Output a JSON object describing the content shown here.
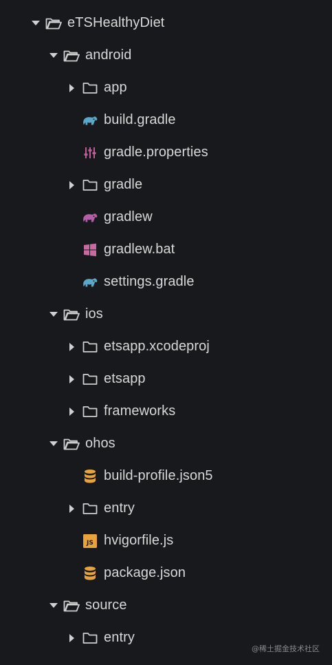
{
  "tree": [
    {
      "label": "eTSHealthyDiet",
      "icon": "folder-open-icon",
      "expanded": true
    },
    {
      "label": "android",
      "icon": "folder-open-icon",
      "expanded": true
    },
    {
      "label": "app",
      "icon": "folder-icon",
      "expanded": false
    },
    {
      "label": "build.gradle",
      "icon": "gradle-elephant-icon",
      "color": "#5aa7c7"
    },
    {
      "label": "gradle.properties",
      "icon": "properties-icon",
      "color": "#c25a9a"
    },
    {
      "label": "gradle",
      "icon": "folder-icon",
      "expanded": false
    },
    {
      "label": "gradlew",
      "icon": "gradle-elephant-icon",
      "color": "#b45ea6"
    },
    {
      "label": "gradlew.bat",
      "icon": "windows-icon",
      "color": "#c86aa0"
    },
    {
      "label": "settings.gradle",
      "icon": "gradle-elephant-icon",
      "color": "#5aa7c7"
    },
    {
      "label": "ios",
      "icon": "folder-open-icon",
      "expanded": true
    },
    {
      "label": "etsapp.xcodeproj",
      "icon": "folder-icon",
      "expanded": false
    },
    {
      "label": "etsapp",
      "icon": "folder-icon",
      "expanded": false
    },
    {
      "label": "frameworks",
      "icon": "folder-icon",
      "expanded": false
    },
    {
      "label": "ohos",
      "icon": "folder-open-icon",
      "expanded": true
    },
    {
      "label": "build-profile.json5",
      "icon": "database-icon",
      "color": "#e8a33d"
    },
    {
      "label": "entry",
      "icon": "folder-icon",
      "expanded": false
    },
    {
      "label": "hvigorfile.js",
      "icon": "js-icon",
      "color": "#e8a33d",
      "badge": "JS"
    },
    {
      "label": "package.json",
      "icon": "database-icon",
      "color": "#e8a33d"
    },
    {
      "label": "source",
      "icon": "folder-open-icon",
      "expanded": true
    },
    {
      "label": "entry",
      "icon": "folder-icon",
      "expanded": false
    }
  ],
  "watermark": "@稀土掘金技术社区"
}
